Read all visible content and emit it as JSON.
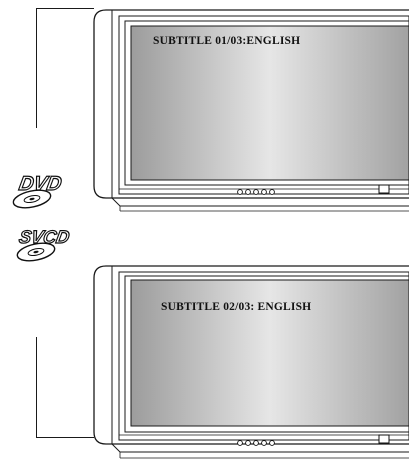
{
  "screens": [
    {
      "osd_text": "SUBTITLE  01/03:ENGLISH"
    },
    {
      "osd_text": "SUBTITLE  02/03: ENGLISH"
    }
  ],
  "logos": {
    "dvd": "DVD",
    "svcd": "SVCD"
  },
  "icons": {
    "disc": "disc-icon",
    "led_dots": "indicator-dots-icon",
    "standby": "standby-button-icon"
  }
}
